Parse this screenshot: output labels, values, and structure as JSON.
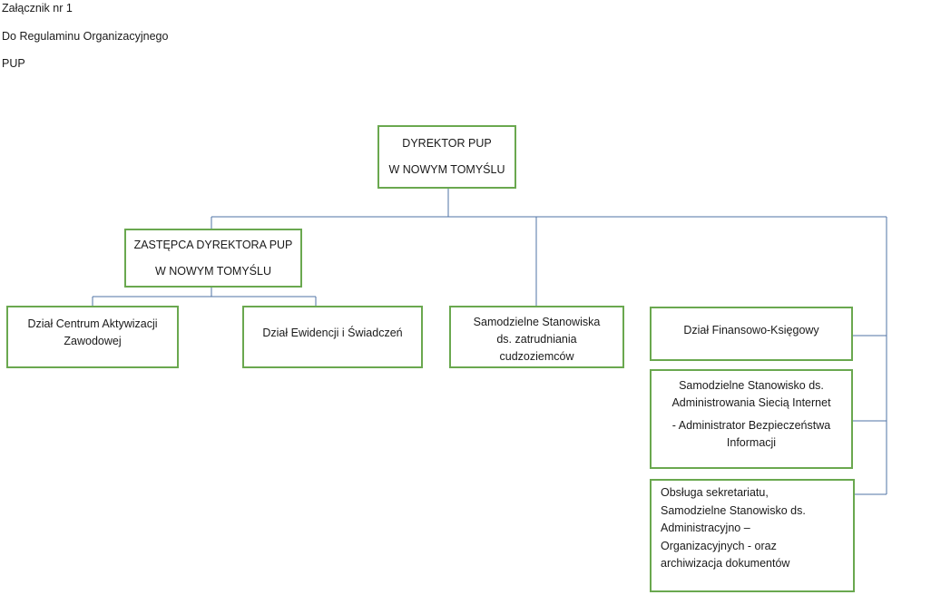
{
  "header": {
    "line1": "Załącznik nr 1",
    "line2": "Do Regulaminu Organizacyjnego",
    "line3": "PUP"
  },
  "colors": {
    "box_border": "#6aa84f",
    "connector": "#4f73a6"
  },
  "org": {
    "director": {
      "line1": "DYREKTOR PUP",
      "line2": "W NOWYM TOMYŚLU"
    },
    "deputy": {
      "line1": "ZASTĘPCA DYREKTORA PUP",
      "line2": "W NOWYM TOMYŚLU"
    },
    "activation_dept": {
      "line1": "Dział Centrum Aktywizacji",
      "line2": "Zawodowej"
    },
    "records_dept": {
      "line1": "Dział Ewidencji i Świadczeń"
    },
    "foreigners_posts": {
      "line1": "Samodzielne Stanowiska",
      "line2": "ds. zatrudniania",
      "line3": "cudzoziemców"
    },
    "finance_dept": {
      "line1": "Dział Finansowo-Księgowy"
    },
    "network_post": {
      "line1": "Samodzielne Stanowisko ds.",
      "line2": "Administrowania Siecią Internet",
      "line3": "- Administrator Bezpieczeństwa",
      "line4": "Informacji"
    },
    "secretariat_post": {
      "line1": "Obsługa sekretariatu,",
      "line2": "Samodzielne Stanowisko ds.",
      "line3": "Administracyjno –",
      "line4": "Organizacyjnych - oraz",
      "line5": "archiwizacja dokumentów"
    }
  }
}
